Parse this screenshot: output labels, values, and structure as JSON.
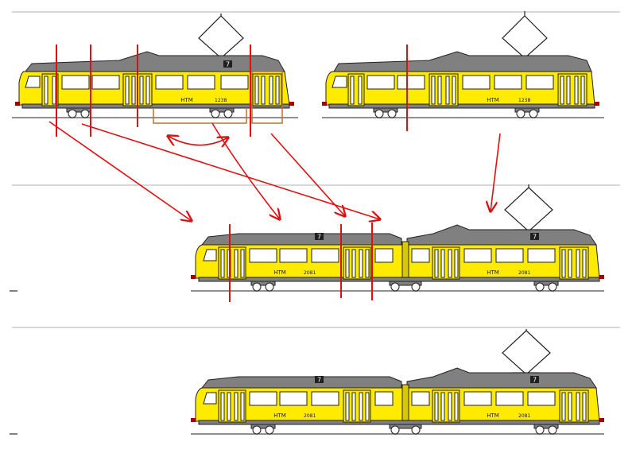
{
  "operator": "HTM",
  "route": "7",
  "colors": {
    "body": "#ffeb00",
    "roof": "#808080",
    "outline": "#202020",
    "window": "#ffffff",
    "rail": "#909090",
    "annotation": "#e01010",
    "bracket": "#b87333"
  },
  "trams": [
    {
      "id": "tram-1",
      "number": "1238"
    },
    {
      "id": "tram-2",
      "number": "1238"
    },
    {
      "id": "tram-3",
      "number": "2081",
      "number_rear": "2081"
    },
    {
      "id": "tram-4",
      "number": "2081",
      "number_rear": "2081"
    }
  ]
}
